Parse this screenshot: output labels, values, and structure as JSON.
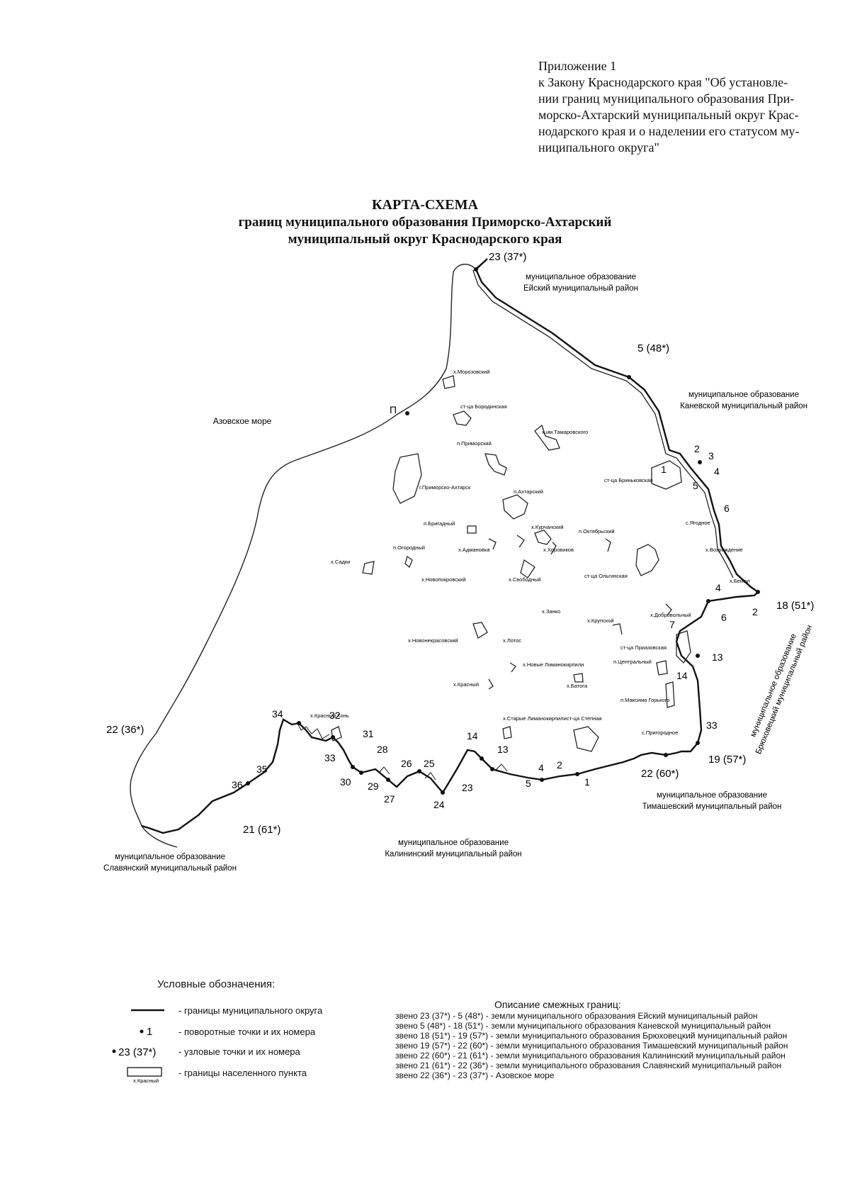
{
  "appendix": {
    "lines": [
      "Приложение 1",
      "к Закону Краснодарского края \"Об установле-",
      "нии границ муниципального образования При-",
      "морско-Ахтарский муниципальный округ Крас-",
      "нодарского края и о наделении его статусом му-",
      "ниципального округа\""
    ]
  },
  "title": {
    "line1": "КАРТА-СХЕМА",
    "line2": "границ муниципального образования Приморско-Ахтарский",
    "line3": "муниципальный округ Краснодарского края"
  },
  "map": {
    "regions": {
      "yeisk": [
        "муниципальное образование",
        "Ейский муниципальный район"
      ],
      "kanevskoy": [
        "муниципальное образование",
        "Каневской муниципальный район"
      ],
      "bryukhovetsky": [
        "муниципальное образование",
        "Брюховецкий муниципальный район"
      ],
      "timashevsky": [
        "муниципальное образование",
        "Тимашевский муниципальный район"
      ],
      "kalininsky": [
        "муниципальное образование",
        "Калининский муниципальный район"
      ],
      "slavyansky": [
        "муниципальное образование",
        "Славянский муниципальный район"
      ],
      "sea": "Азовское море"
    },
    "nodal_points": [
      "23 (37*)",
      "5 (48*)",
      "18 (51*)",
      "19 (57*)",
      "22 (60*)",
      "21 (61*)",
      "22 (36*)"
    ],
    "turning_points": [
      "П",
      "1",
      "2",
      "3",
      "4",
      "5",
      "6",
      "4",
      "6",
      "2",
      "7",
      "13",
      "14",
      "33",
      "1",
      "2",
      "4",
      "5",
      "13",
      "14",
      "23",
      "24",
      "25",
      "26",
      "27",
      "28",
      "29",
      "30",
      "31",
      "32",
      "33",
      "34",
      "35",
      "36"
    ],
    "settlements": [
      "х.Морозовский",
      "ст-ца Бородинская",
      "х.им.Тамаровского",
      "п.Приморский",
      "г.Приморско-Ахтарск",
      "п.Ахтарский",
      "ст-ца Бриньковская",
      "п.Бригадный",
      "х.Курчанский",
      "п.Октябрьский",
      "с.Ягодное",
      "п.Огородный",
      "х.Садки",
      "х.Адмановка",
      "х.Хоровиков",
      "х.Возрождение",
      "ст-ца Ольгинская",
      "х.Новопокровский",
      "х.Свободный",
      "х.Бейсуг",
      "х.Занко",
      "х.Добровольный",
      "х.Крупской",
      "х.Новонекрасовский",
      "х.Лотос",
      "ст-ца Приазовская",
      "х.Новые Лиманокирпили",
      "п.Центральный",
      "х.Красный",
      "х.Батога",
      "п.Максима Горького",
      "х.Красный Конь",
      "х.Старые Лиманокирпили",
      "ст-ца Степная",
      "с.Пригородное"
    ]
  },
  "legend": {
    "title": "Условные обозначения:",
    "items": [
      "- границы муниципального округа",
      "- поворотные точки и их номера",
      "- узловые точки и их номера",
      "- границы населенного пункта"
    ],
    "sample_point": "1",
    "sample_node": "23 (37*)",
    "sample_settlement": "х.Красный"
  },
  "description": {
    "title": "Описание смежных границ:",
    "rows": [
      "звено 23 (37*) - 5 (48*) - земли муниципального образования Ейский муниципальный район",
      "звено 5 (48*) - 18 (51*) - земли муниципального образования Каневской муниципальный район",
      "звено 18 (51*) - 19 (57*) - земли муниципального образования Брюховецкий муниципальный район",
      "звено 19 (57*) - 22 (60*) - земли муниципального образования Тимашевский муниципальный район",
      "звено 22 (60*) - 21 (61*) - земли муниципального образования Калининский муниципальный район",
      "звено 21 (61*) - 22 (36*) - земли муниципального образования Славянский муниципальный район",
      "звено 22 (36*) - 23 (37*) - Азовское море"
    ]
  }
}
